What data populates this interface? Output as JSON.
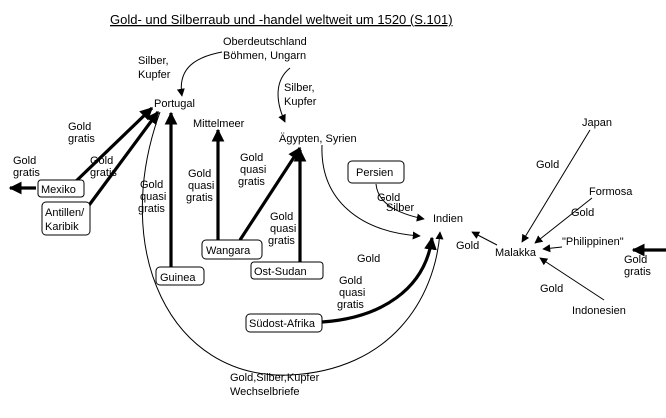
{
  "title": "Gold- und Silberraub und -handel weltweit um 1520 (S.101)",
  "places": {
    "oberdeutschland": [
      "Oberdeutschland",
      "Böhmen, Ungarn"
    ],
    "portugal": "Portugal",
    "mittelmeer": "Mittelmeer",
    "aegypten": "Ägypten, Syrien",
    "persien": "Persien",
    "indien": "Indien",
    "japan": "Japan",
    "formosa": "Formosa",
    "philippinen": "\"Philippinen\"",
    "malakka": "Malakka",
    "indonesien": "Indonesien",
    "mexiko": "Mexiko",
    "antillen": [
      "Antillen/",
      "Karibik"
    ],
    "guinea": "Guinea",
    "wangara": "Wangara",
    "ostsudan": "Ost-Sudan",
    "suedostafrika": "Südost-Afrika"
  },
  "flows": {
    "silber_kupfer_portugal": [
      "Silber,",
      "Kupfer"
    ],
    "silber_kupfer_aegypten": [
      "Silber,",
      "Kupfer"
    ],
    "gold_gratis_portugal_outgoing": [
      "Gold",
      "gratis"
    ],
    "gold_gratis_left": [
      "Gold",
      "gratis"
    ],
    "gold_gratis_antillen": [
      "Gold",
      "gratis"
    ],
    "gold_quasi_gratis_guinea": [
      "Gold",
      "quasi",
      "gratis"
    ],
    "gold_quasi_gratis_mittelmeer": [
      "Gold",
      "quasi",
      "gratis"
    ],
    "gold_quasi_gratis_wangara": [
      "Gold",
      "quasi",
      "gratis"
    ],
    "gold_quasi_gratis_ostsudan": [
      "Gold",
      "quasi",
      "gratis"
    ],
    "gold_quasi_gratis_suedost": [
      "Gold",
      "quasi",
      "gratis"
    ],
    "gold_silber_persien": [
      "Gold",
      "Silber"
    ],
    "gold_aegypten_indien": "Gold",
    "gold_malakka_indien": "Gold",
    "gold_japan": "Gold",
    "gold_formosa": "Gold",
    "gold_indonesien": "Gold",
    "gold_gratis_right": [
      "Gold",
      "gratis"
    ],
    "gold_silber_kupfer_wechselbriefe": [
      "Gold,Silber,Kupfer",
      "Wechselbriefe"
    ]
  }
}
